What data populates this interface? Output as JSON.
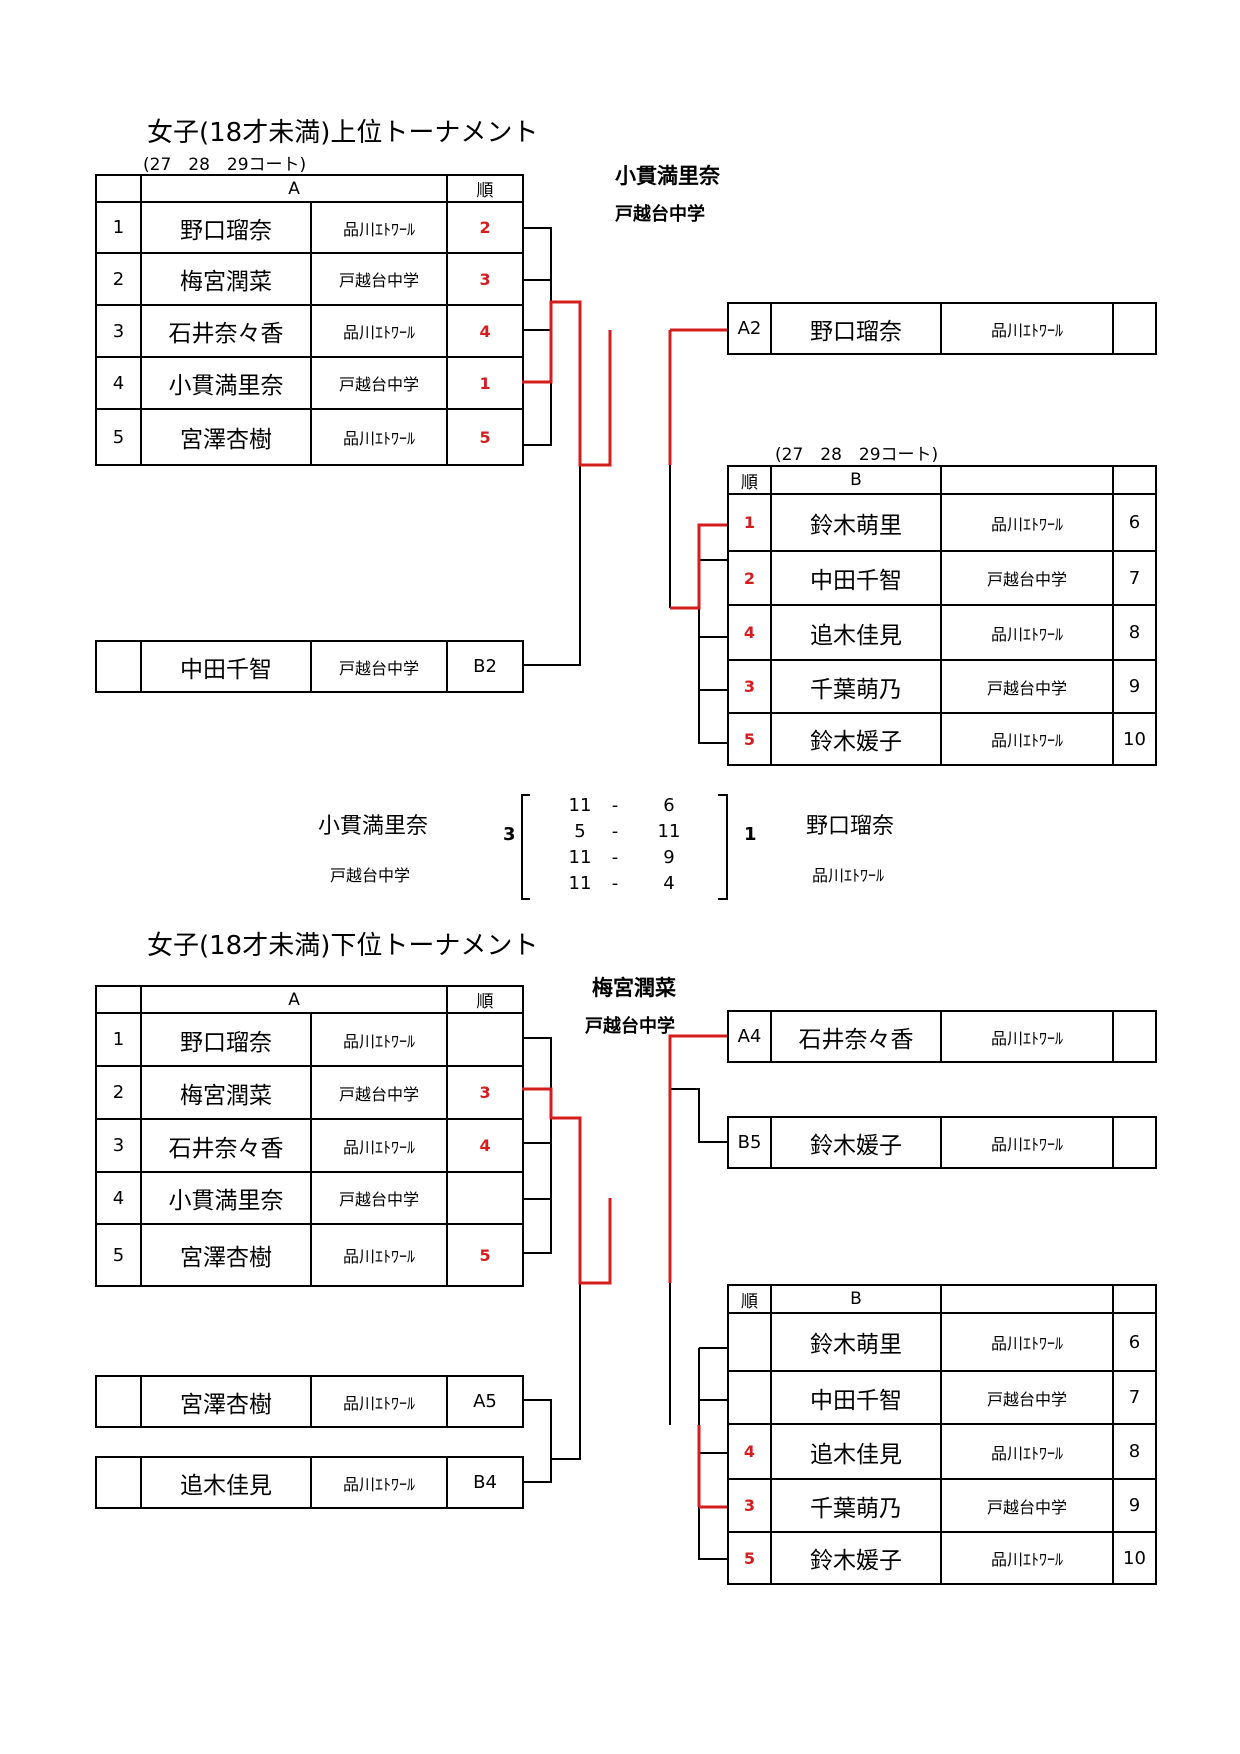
{
  "upper": {
    "title": "女子(18才未満)上位トーナメント",
    "court_a": "(27　28　29コート)",
    "court_b": "(27　28　29コート)",
    "winner_name": "小貫満里奈",
    "winner_club": "戸越台中学",
    "a_header": {
      "group": "A",
      "rank": "順"
    },
    "a_rows": [
      {
        "no": "1",
        "name": "野口瑠奈",
        "club": "品川ｴﾄﾜｰﾙ",
        "rank": "2"
      },
      {
        "no": "2",
        "name": "梅宮潤菜",
        "club": "戸越台中学",
        "rank": "3"
      },
      {
        "no": "3",
        "name": "石井奈々香",
        "club": "品川ｴﾄﾜｰﾙ",
        "rank": "4"
      },
      {
        "no": "4",
        "name": "小貫満里奈",
        "club": "戸越台中学",
        "rank": "1"
      },
      {
        "no": "5",
        "name": "宮澤杏樹",
        "club": "品川ｴﾄﾜｰﾙ",
        "rank": "5"
      }
    ],
    "b2_entry": {
      "seed": "",
      "name": "中田千智",
      "club": "戸越台中学",
      "code": "B2"
    },
    "a2_entry": {
      "code": "A2",
      "name": "野口瑠奈",
      "club": "品川ｴﾄﾜｰﾙ",
      "result": ""
    },
    "b_header": {
      "rank": "順",
      "group": "B"
    },
    "b_rows": [
      {
        "rank": "1",
        "name": "鈴木萌里",
        "club": "品川ｴﾄﾜｰﾙ",
        "no": "6"
      },
      {
        "rank": "2",
        "name": "中田千智",
        "club": "戸越台中学",
        "no": "7"
      },
      {
        "rank": "4",
        "name": "追木佳見",
        "club": "品川ｴﾄﾜｰﾙ",
        "no": "8"
      },
      {
        "rank": "3",
        "name": "千葉萌乃",
        "club": "戸越台中学",
        "no": "9"
      },
      {
        "rank": "5",
        "name": "鈴木媛子",
        "club": "品川ｴﾄﾜｰﾙ",
        "no": "10"
      }
    ]
  },
  "final_match": {
    "left_name": "小貫満里奈",
    "left_club": "戸越台中学",
    "left_sets": "3",
    "right_name": "野口瑠奈",
    "right_club": "品川ｴﾄﾜｰﾙ",
    "right_sets": "1",
    "sep": "-",
    "games": [
      {
        "left": "11",
        "right": "6"
      },
      {
        "left": "5",
        "right": "11"
      },
      {
        "left": "11",
        "right": "9"
      },
      {
        "left": "11",
        "right": "4"
      }
    ]
  },
  "lower": {
    "title": "女子(18才未満)下位トーナメント",
    "winner_name": "梅宮潤菜",
    "winner_club": "戸越台中学",
    "a_header": {
      "group": "A",
      "rank": "順"
    },
    "a_rows": [
      {
        "no": "1",
        "name": "野口瑠奈",
        "club": "品川ｴﾄﾜｰﾙ",
        "rank": ""
      },
      {
        "no": "2",
        "name": "梅宮潤菜",
        "club": "戸越台中学",
        "rank": "3"
      },
      {
        "no": "3",
        "name": "石井奈々香",
        "club": "品川ｴﾄﾜｰﾙ",
        "rank": "4"
      },
      {
        "no": "4",
        "name": "小貫満里奈",
        "club": "戸越台中学",
        "rank": ""
      },
      {
        "no": "5",
        "name": "宮澤杏樹",
        "club": "品川ｴﾄﾜｰﾙ",
        "rank": "5"
      }
    ],
    "a5_entry": {
      "seed": "",
      "name": "宮澤杏樹",
      "club": "品川ｴﾄﾜｰﾙ",
      "code": "A5"
    },
    "b4_entry": {
      "seed": "",
      "name": "追木佳見",
      "club": "品川ｴﾄﾜｰﾙ",
      "code": "B4"
    },
    "a4_entry": {
      "code": "A4",
      "name": "石井奈々香",
      "club": "品川ｴﾄﾜｰﾙ",
      "result": ""
    },
    "b5_entry": {
      "code": "B5",
      "name": "鈴木媛子",
      "club": "品川ｴﾄﾜｰﾙ",
      "result": ""
    },
    "b_header": {
      "rank": "順",
      "group": "B"
    },
    "b_rows": [
      {
        "rank": "",
        "name": "鈴木萌里",
        "club": "品川ｴﾄﾜｰﾙ",
        "no": "6"
      },
      {
        "rank": "",
        "name": "中田千智",
        "club": "戸越台中学",
        "no": "7"
      },
      {
        "rank": "4",
        "name": "追木佳見",
        "club": "品川ｴﾄﾜｰﾙ",
        "no": "8"
      },
      {
        "rank": "3",
        "name": "千葉萌乃",
        "club": "戸越台中学",
        "no": "9"
      },
      {
        "rank": "5",
        "name": "鈴木媛子",
        "club": "品川ｴﾄﾜｰﾙ",
        "no": "10"
      }
    ]
  },
  "colors": {
    "winner_line": "#d41e1e",
    "line": "#000000",
    "rank_text": "#d41e1e"
  }
}
